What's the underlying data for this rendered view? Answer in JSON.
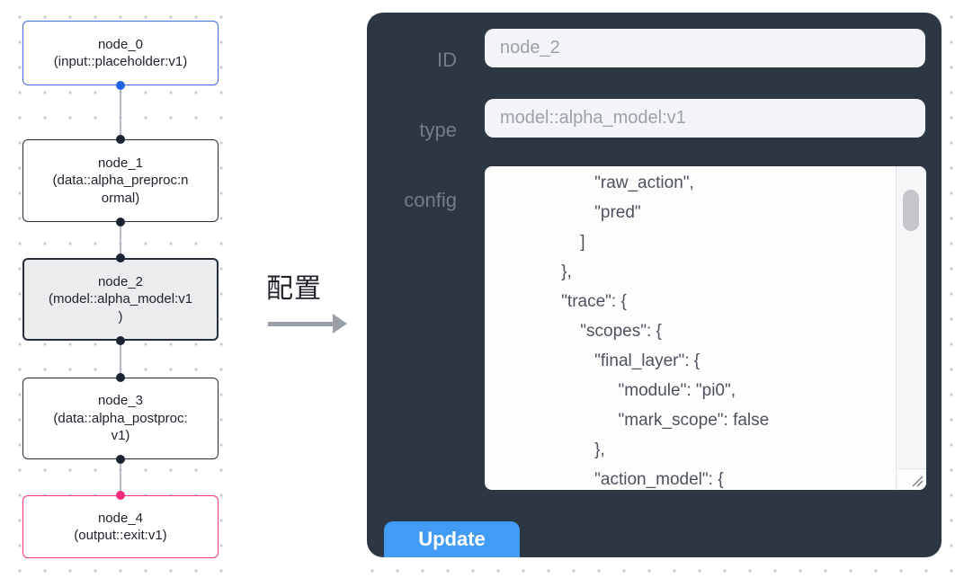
{
  "flow": {
    "nodes": [
      {
        "id": "node_0",
        "type": "input::placeholder:v1",
        "lines": [
          "node_0",
          "(input::placeholder:v1)"
        ]
      },
      {
        "id": "node_1",
        "type": "data::alpha_preproc:normal",
        "lines": [
          "node_1",
          "(data::alpha_preproc:n",
          "ormal)"
        ]
      },
      {
        "id": "node_2",
        "type": "model::alpha_model:v1",
        "lines": [
          "node_2",
          "(model::alpha_model:v1",
          ")"
        ],
        "selected": true
      },
      {
        "id": "node_3",
        "type": "data::alpha_postproc:v1",
        "lines": [
          "node_3",
          "(data::alpha_postproc:",
          "v1)"
        ]
      },
      {
        "id": "node_4",
        "type": "output::exit:v1",
        "lines": [
          "node_4",
          "(output::exit:v1)"
        ]
      }
    ]
  },
  "transition": {
    "label": "配置"
  },
  "panel": {
    "id_label": "ID",
    "id_value": "node_2",
    "type_label": "type",
    "type_value": "model::alpha_model:v1",
    "config_label": "config",
    "config_text": "                      \"raw_action\",\n                      \"pred\"\n                   ]\n               },\n               \"trace\": {\n                   \"scopes\": {\n                      \"final_layer\": {\n                           \"module\": \"pi0\",\n                           \"mark_scope\": false\n                      },\n                      \"action_model\": {",
    "update_label": "Update"
  },
  "colors": {
    "panel_bg": "#2d3643",
    "accent_blue": "#429bf5",
    "node_selected_border": "#252d3b",
    "node_input_border": "#3a6ee3",
    "node_output_border": "#f23280",
    "handle_blue": "#2463e6",
    "handle_dark": "#1c2433",
    "handle_pink": "#f1297c"
  }
}
